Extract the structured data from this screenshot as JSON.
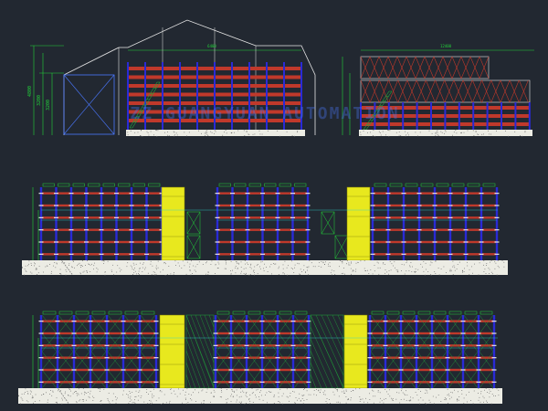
{
  "colors": {
    "background": "#222831",
    "beam_red": "#c0392b",
    "upright_blue": "#2a2ad6",
    "blue_light": "#4a78ff",
    "dim_green": "#22d33a",
    "lift_yellow": "#e8e81e",
    "line_white": "#e6e6e6",
    "cyan": "#2fd0d0",
    "mesh_green": "#1faa3a",
    "ground_fill": "#ecece4"
  },
  "dimensions": {
    "side_height_total": "4800",
    "side_height_mid": "3200",
    "side_height_low": "3200",
    "side_width_top": "6400",
    "end_width_top": "12400"
  },
  "watermark": "ZZ GUANGYUAN AUTOMATION"
}
